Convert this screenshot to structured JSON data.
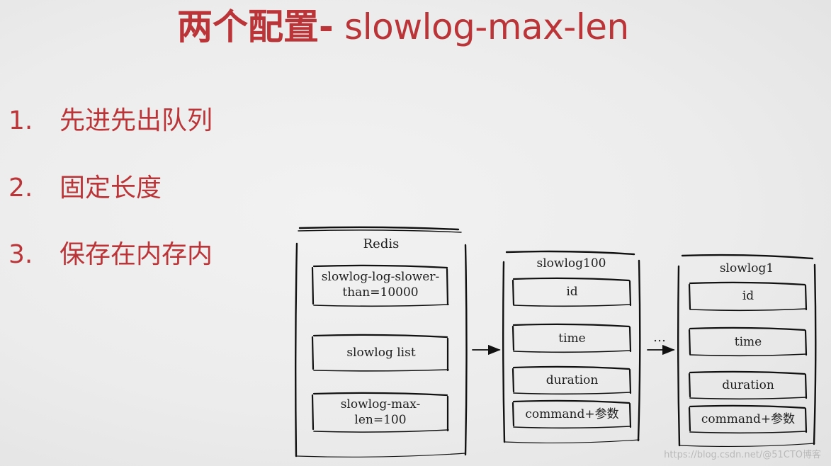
{
  "title": {
    "bold": "两个配置-",
    "light": " slowlog-max-len"
  },
  "list": [
    {
      "num": "1.",
      "text": "先进先出队列"
    },
    {
      "num": "2.",
      "text": "固定长度"
    },
    {
      "num": "3.",
      "text": "保存在内存内"
    }
  ],
  "diagram": {
    "redis": {
      "title": "Redis",
      "items": [
        "slowlog-log-slower-than=10000",
        "slowlog list",
        "slowlog-max-len=100"
      ]
    },
    "slowlog_first": {
      "title": "slowlog100",
      "fields": [
        "id",
        "time",
        "duration",
        "command+参数"
      ]
    },
    "ellipsis": "…",
    "slowlog_last": {
      "title": "slowlog1",
      "fields": [
        "id",
        "time",
        "duration",
        "command+参数"
      ]
    }
  },
  "watermark": "https://blog.csdn.net/@51CTO博客"
}
